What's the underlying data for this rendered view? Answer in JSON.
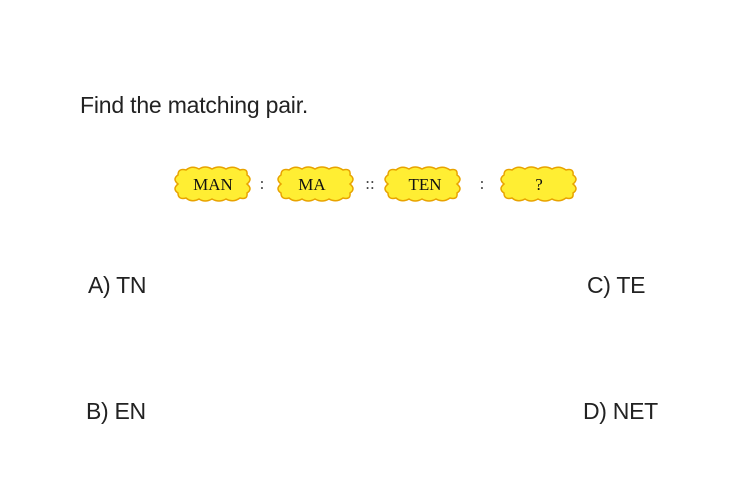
{
  "question": {
    "prompt": "Find the matching pair."
  },
  "analogy": {
    "terms": [
      "MAN",
      "MA",
      "TEN",
      "?"
    ],
    "separators": [
      ":",
      "::",
      ":"
    ],
    "cloud_fill": "#ffee33",
    "cloud_stroke": "#e8a300"
  },
  "options": [
    {
      "text": "A) TN"
    },
    {
      "text": "B) EN"
    },
    {
      "text": "C) TE"
    },
    {
      "text": "D) NET"
    }
  ]
}
